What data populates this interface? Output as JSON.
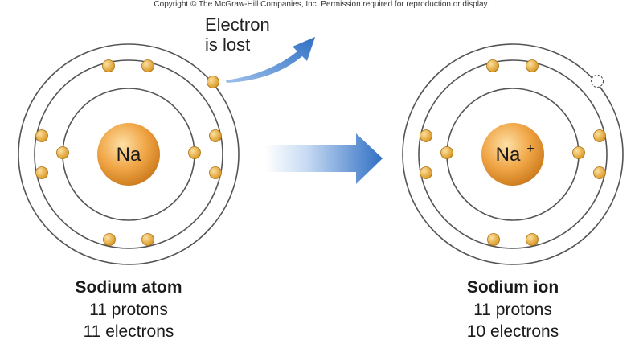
{
  "copyright": "Copyright © The McGraw-Hill Companies, Inc. Permission required for reproduction or display.",
  "electron_lost": {
    "line1": "Electron",
    "line2": "is lost"
  },
  "atom": {
    "symbol": "Na",
    "name": "Sodium atom",
    "protons": "11 protons",
    "electrons": "11 electrons"
  },
  "ion": {
    "symbol": "Na",
    "charge": "+",
    "name": "Sodium ion",
    "protons": "11 protons",
    "electrons": "10 electrons"
  },
  "colors": {
    "orbit": "#555555",
    "electron_fill": "#e8a93a",
    "electron_stroke": "#9a6a10",
    "nucleus_light": "#fde0a6",
    "nucleus_dark": "#d8871a",
    "arrow_blue": "#2f6fc4",
    "arrow_fade": "#eaf1fb"
  }
}
